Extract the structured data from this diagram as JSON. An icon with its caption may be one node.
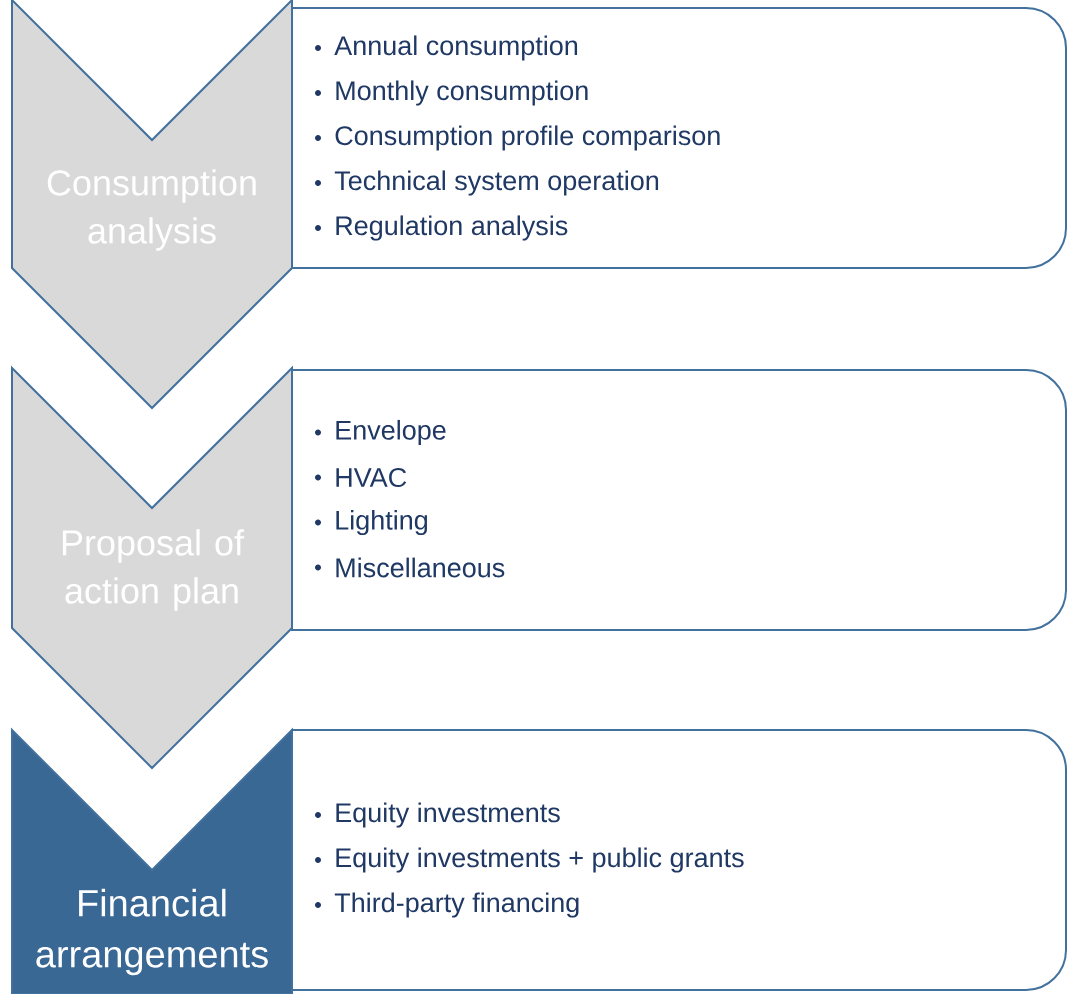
{
  "diagram": {
    "nodes": [
      {
        "text": [
          "Consumption analysis"
        ]
      },
      {
        "text": [
          "Annual consumption",
          "Monthly consumption",
          "Consumption profile comparison",
          "Technical system operation",
          "Regulation analysis"
        ]
      },
      {
        "text": [
          "Proposal of action plan"
        ]
      },
      {
        "text": [
          "Envelope",
          "HVAC",
          "Lighting",
          "Miscellaneous"
        ]
      },
      {
        "text": [
          "Financial arrangements"
        ]
      },
      {
        "text": [
          "Equity investments",
          "Equity investments + public grants",
          "Third-party financing"
        ]
      }
    ]
  }
}
